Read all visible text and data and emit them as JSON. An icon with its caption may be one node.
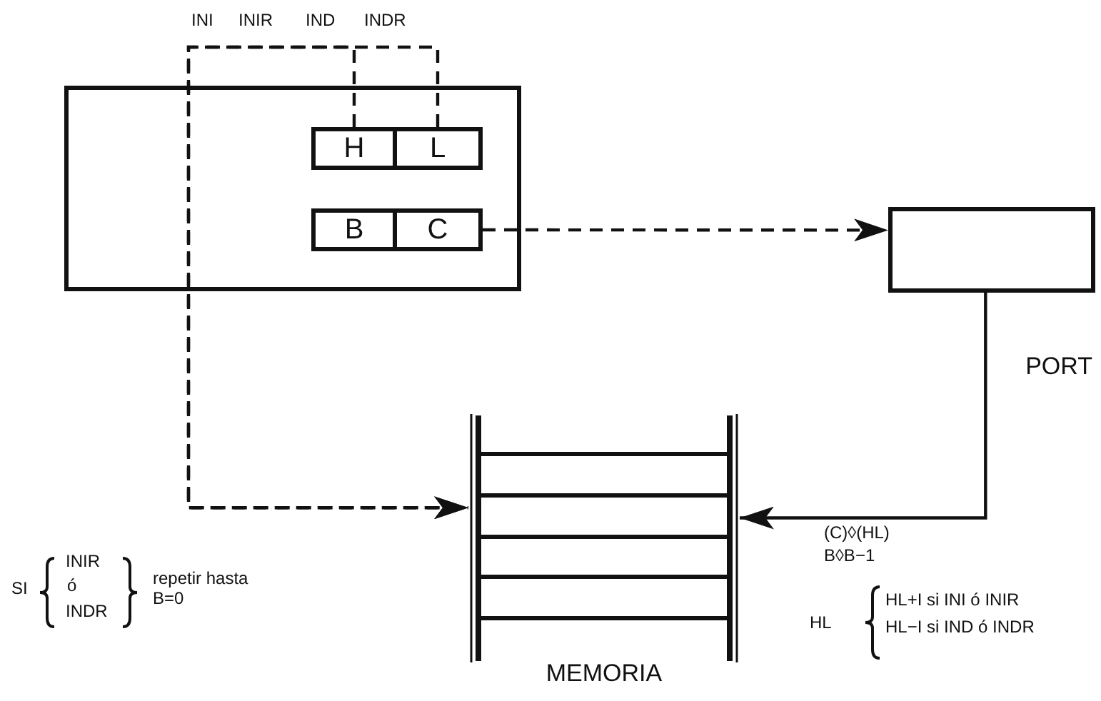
{
  "diagram": {
    "nodes": [
      {
        "text": [],
        "shape": "box"
      },
      {
        "text": [
          "H"
        ],
        "in": 0
      },
      {
        "text": [
          "L"
        ],
        "in": 0
      },
      {
        "text": [
          "B"
        ],
        "in": 0
      },
      {
        "text": [
          "C"
        ],
        "in": 0
      },
      {
        "text": [
          "PORT"
        ]
      },
      {
        "text": [
          "MEMORIA"
        ]
      }
    ],
    "edges": [
      {
        "from": 1,
        "to": 6,
        "arrow": "to",
        "style": "dashed"
      },
      {
        "from": 2,
        "to": 6,
        "arrow": "to",
        "style": "dashed"
      },
      {
        "from": 4,
        "to": 5,
        "arrow": "to",
        "style": "dashed"
      },
      {
        "from": 5,
        "to": 6,
        "arrow": "to"
      }
    ],
    "labels": [
      "INI",
      "INIR",
      "IND",
      "INDR",
      "SI",
      "INIR",
      "ó",
      "INDR",
      "repetir hasta B=0",
      "(C)◊(HL)",
      "B◊B−1",
      "HL",
      "HL+I si INI ó INIR",
      "HL−I si IND ó INDR"
    ]
  }
}
